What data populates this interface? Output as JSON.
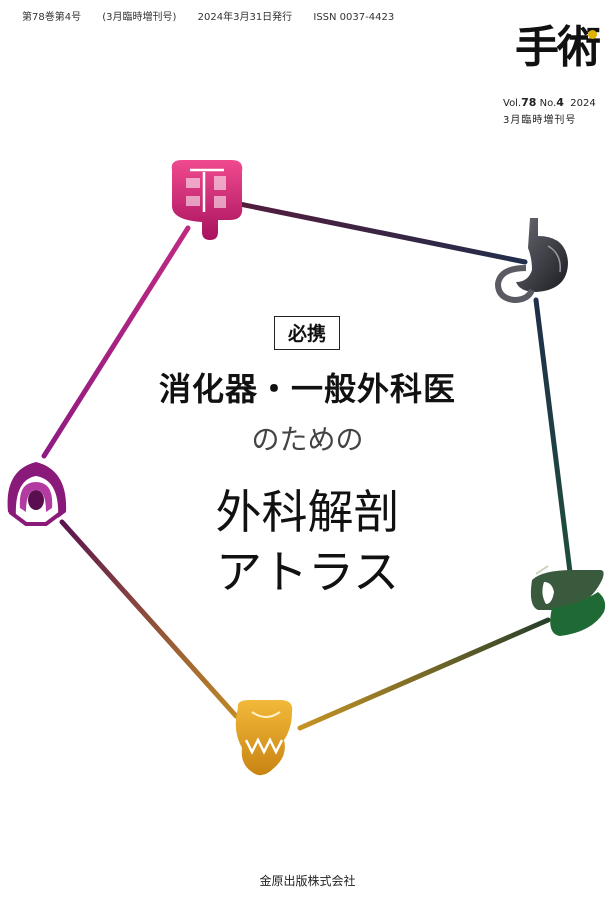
{
  "header": {
    "volume_issue": "第78巻第4号",
    "special_note": "(3月臨時増刊号)",
    "issue_date": "2024年3月31日発行",
    "issn": "ISSN 0037-4423"
  },
  "journal": {
    "logo": "手術",
    "vol_label": "Vol.",
    "vol": "78",
    "no_label": "No.",
    "no": "4",
    "year": "2024",
    "special": "3月臨時増刊号"
  },
  "title": {
    "tag": "必携",
    "subtitle": "消化器・一般外科医",
    "connector": "のための",
    "line1": "外科解剖",
    "line2": "アトラス"
  },
  "publisher": "金原出版株式会社",
  "icons": [
    "colon-icon",
    "stomach-icon",
    "liver-icon",
    "pancreas-icon",
    "esophagus-icon"
  ],
  "colors": {
    "colon": "#c41f74",
    "stomach": "#3c3c44",
    "liver": "#2c6b38",
    "pancreas": "#e8a420",
    "esophagus": "#8a1a7a",
    "accent_dot": "#e0b300"
  }
}
